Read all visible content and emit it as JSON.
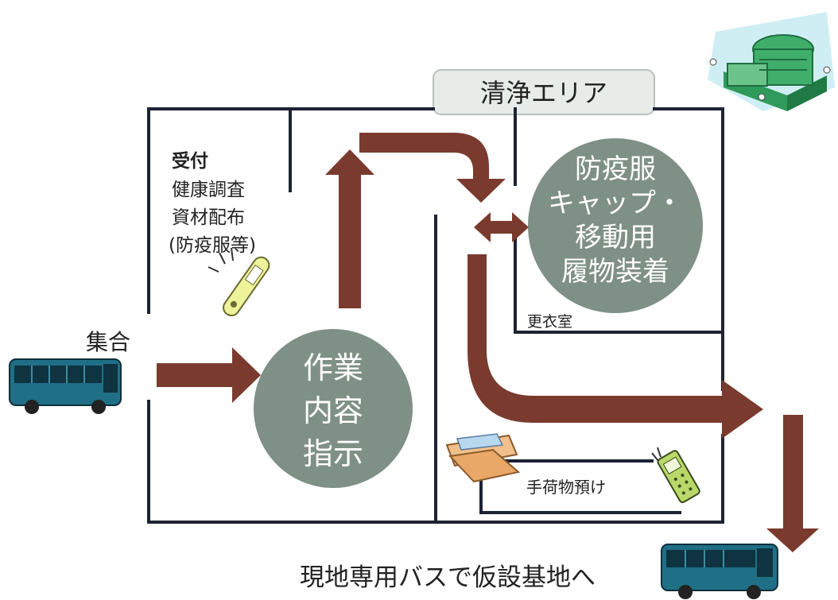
{
  "labels": {
    "clean_area": "清浄エリア",
    "reception": [
      "受付",
      "健康調査",
      "資材配布",
      "(防疫服等)"
    ],
    "gathering": "集合",
    "instruction_circle": [
      "作業",
      "内容",
      "指示"
    ],
    "protective_circle": [
      "防疫服",
      "キャップ・",
      "移動用",
      "履物装着"
    ],
    "changing_room": "更衣室",
    "baggage_storage": "手荷物預け",
    "bus_caption": "現地専用バスで仮設基地へ"
  },
  "colors": {
    "arrow": "#7a3b2e",
    "circle": "#7f9086",
    "walls": "#1c2333",
    "clean_label_bg": "#e7ece9",
    "bus_body": "#1f6f86"
  },
  "icons": [
    "bus-icon",
    "thermometer-icon",
    "wallet-icon",
    "mobile-phone-icon",
    "building-icon"
  ]
}
